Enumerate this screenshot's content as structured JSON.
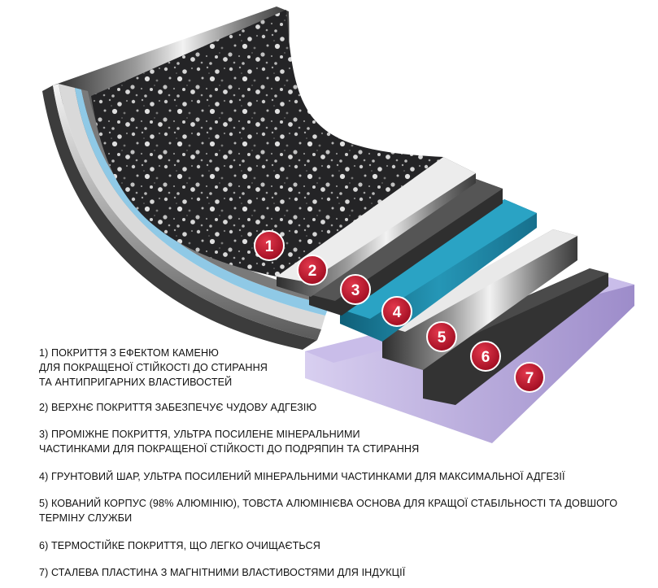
{
  "layers": [
    {
      "number": "1",
      "lines": [
        "1) ПОКРИТТЯ З ЕФЕКТОМ КАМЕНЮ",
        "ДЛЯ ПОКРАЩЕНОЇ СТІЙКОСТІ ДО СТИРАННЯ",
        "ТА АНТИПРИГАРНИХ ВЛАСТИВОСТЕЙ"
      ]
    },
    {
      "number": "2",
      "lines": [
        "2) ВЕРХНЄ ПОКРИТТЯ ЗАБЕЗПЕЧУЄ ЧУДОВУ АДГЕЗІЮ"
      ]
    },
    {
      "number": "3",
      "lines": [
        "3) ПРОМІЖНЕ ПОКРИТТЯ, УЛЬТРА ПОСИЛЕНЕ МІНЕРАЛЬНИМИ",
        "ЧАСТИНКАМИ ДЛЯ ПОКРАЩЕНОЇ СТІЙКОСТІ ДО ПОДРЯПИН ТА СТИРАННЯ"
      ]
    },
    {
      "number": "4",
      "lines": [
        "4) ГРУНТОВИЙ ШАР, УЛЬТРА ПОСИЛЕНИЙ МІНЕРАЛЬНИМИ ЧАСТИНКАМИ ДЛЯ МАКСИМАЛЬНОЇ АДГЕЗІЇ"
      ]
    },
    {
      "number": "5",
      "lines": [
        "5) КОВАНИЙ КОРПУС (98% АЛЮМІНІЮ), ТОВСТА АЛЮМІНІЄВА ОСНОВА ДЛЯ КРАЩОЇ СТАБІЛЬНОСТІ ТА ДОВШОГО",
        "ТЕРМІНУ СЛУЖБИ"
      ]
    },
    {
      "number": "6",
      "lines": [
        "6) ТЕРМОСТІЙКЕ ПОКРИТТЯ, ЩО ЛЕГКО ОЧИЩАЄТЬСЯ"
      ]
    },
    {
      "number": "7",
      "lines": [
        "7) СТАЛЕВА ПЛАСТИНА З МАГНІТНИМИ ВЛАСТИВОСТЯМИ ДЛЯ ІНДУКЦІЇ"
      ]
    }
  ],
  "colors": {
    "badge": "#c8102e",
    "stone": "#2b2b2d",
    "blue_layer": "#1d7f9c",
    "purple_plate": "#b8a9dc",
    "steel_light": "#e6e6e6",
    "steel_dark": "#3a3a3a"
  }
}
